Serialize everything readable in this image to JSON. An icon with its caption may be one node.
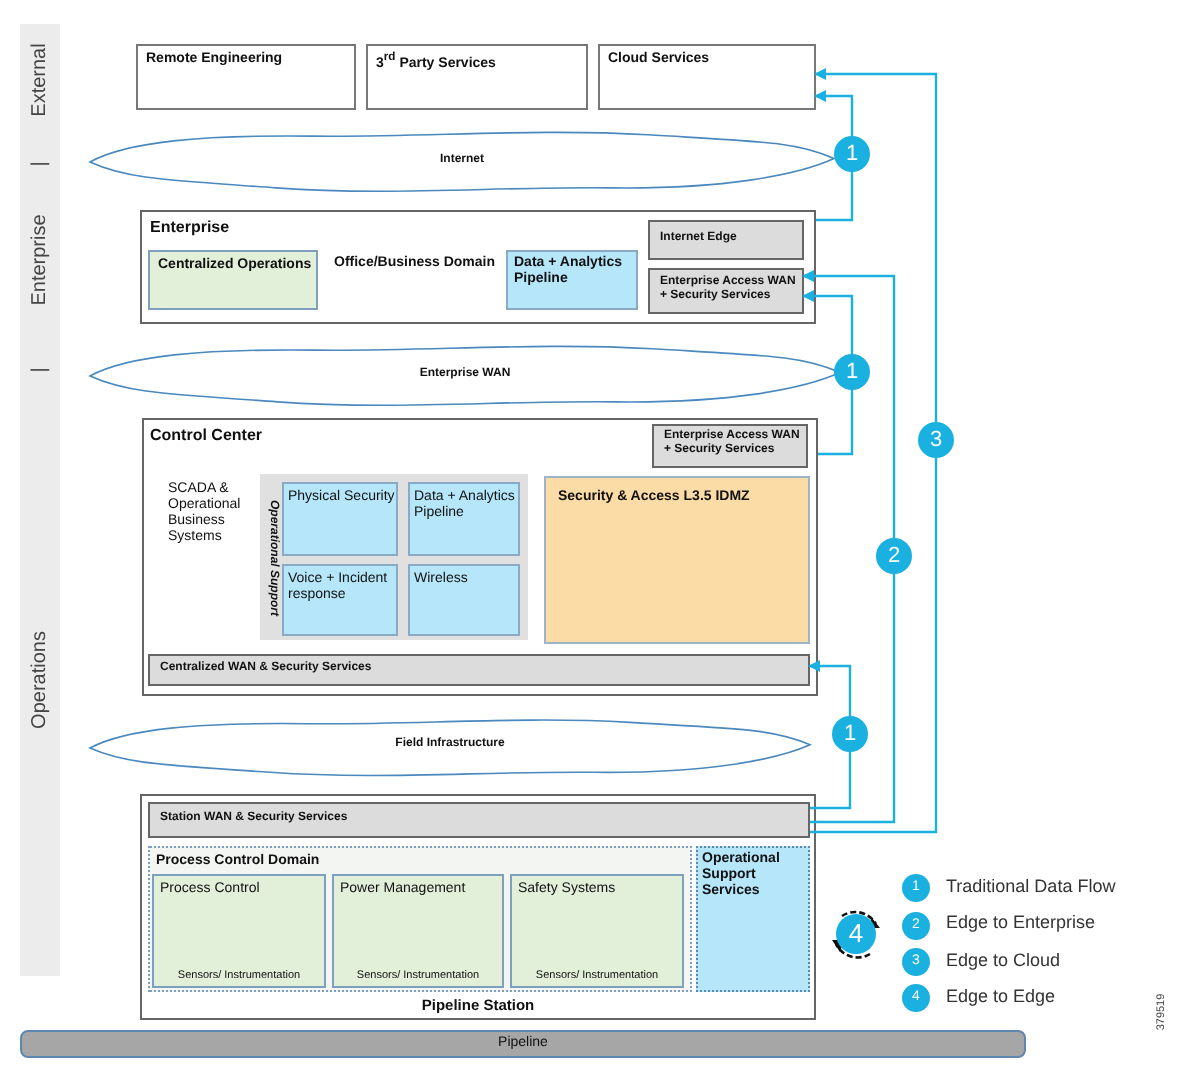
{
  "diagram": {
    "nodes": [
      {
        "text": [
          "Remote Engineering"
        ]
      },
      {
        "text": [
          "3$^{rd}$ Party Services"
        ]
      },
      {
        "text": [
          "Cloud Services"
        ]
      },
      {
        "text": [
          "Internet"
        ]
      },
      {
        "text": [
          "Enterprise",
          "Office/Business Domain"
        ]
      },
      {
        "text": [
          "Centralized Operations"
        ],
        "in": 4
      },
      {
        "text": [
          "Data + Analytics Pipeline"
        ],
        "in": 4
      },
      {
        "text": [
          "Internet Edge"
        ],
        "in": 4
      },
      {
        "text": [
          "Enterprise Access WAN + Security Services"
        ],
        "in": 4
      },
      {
        "text": [
          "Enterprise WAN"
        ]
      },
      {
        "text": [
          "Control Center",
          "SCADA & Operational Business Systems"
        ]
      },
      {
        "text": [
          "Enterprise Access WAN + Security Services"
        ],
        "in": 10
      },
      {
        "text": [
          "Operational Support"
        ],
        "in": 10
      },
      {
        "text": [
          "Physical Security"
        ],
        "in": 12
      },
      {
        "text": [
          "Data + Analytics Pipeline"
        ],
        "in": 12
      },
      {
        "text": [
          "Voice + Incident response"
        ],
        "in": 12
      },
      {
        "text": [
          "Wireless"
        ],
        "in": 12
      },
      {
        "text": [
          "Security & Access L3.5 IDMZ"
        ],
        "in": 10
      },
      {
        "text": [
          "Centralized WAN & Security Services"
        ],
        "in": 10
      },
      {
        "text": [
          "Field Infrastructure"
        ]
      },
      {
        "text": [
          "Pipeline Station"
        ]
      },
      {
        "text": [
          "Station WAN & Security Services"
        ],
        "in": 20
      },
      {
        "text": [
          "Process Control Domain"
        ],
        "in": 20
      },
      {
        "text": [
          "Process Control",
          "Sensors/ Instrumentation"
        ],
        "in": 22
      },
      {
        "text": [
          "Power Management",
          "Sensors/ Instrumentation"
        ],
        "in": 22
      },
      {
        "text": [
          "Safety Systems",
          "Sensors/ Instrumentation"
        ],
        "in": 22
      },
      {
        "text": [
          "Operational Support Services"
        ],
        "in": 20
      },
      {
        "text": [
          "Pipeline"
        ]
      }
    ],
    "edges": [
      {
        "from": 4,
        "to": 2,
        "arrow": "to",
        "label": "1"
      },
      {
        "from": 21,
        "to": 2,
        "arrow": "to",
        "label": "3"
      },
      {
        "from": 21,
        "to": 8,
        "arrow": "to",
        "label": "2"
      },
      {
        "from": 10,
        "to": 8,
        "arrow": "to",
        "label": "1"
      },
      {
        "from": 21,
        "to": 18,
        "arrow": "to",
        "label": "1"
      }
    ],
    "labels": [
      "External",
      "|",
      "Enterprise",
      "|",
      "Operations",
      "4",
      "1",
      "2",
      "3",
      "4",
      "379519"
    ],
    "legend": [
      {
        "text": "Traditional Data Flow"
      },
      {
        "text": "Edge to Enterprise"
      },
      {
        "text": "Edge to Cloud"
      },
      {
        "text": "Edge to Edge"
      }
    ]
  }
}
